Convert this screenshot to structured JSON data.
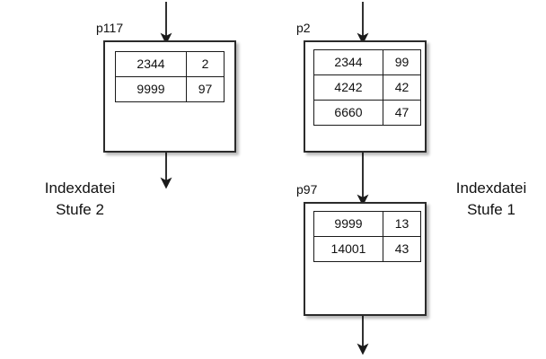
{
  "diagram": {
    "type": "b-tree-index-file-diagram",
    "background_color": "#ffffff",
    "line_color": "#2b2b2b",
    "blocks": [
      {
        "id": "p117",
        "label": "p117",
        "level": 2,
        "rows": [
          {
            "key": "2344",
            "value": "2"
          },
          {
            "key": "9999",
            "value": "97"
          }
        ]
      },
      {
        "id": "p2",
        "label": "p2",
        "level": 1,
        "rows": [
          {
            "key": "2344",
            "value": "99"
          },
          {
            "key": "4242",
            "value": "42"
          },
          {
            "key": "6660",
            "value": "47"
          }
        ]
      },
      {
        "id": "p97",
        "label": "p97",
        "level": 1,
        "rows": [
          {
            "key": "9999",
            "value": "13"
          },
          {
            "key": "14001",
            "value": "43"
          }
        ]
      }
    ],
    "captions": {
      "left": {
        "line1": "Indexdatei",
        "line2": "Stufe 2"
      },
      "right": {
        "line1": "Indexdatei",
        "line2": "Stufe 1"
      }
    },
    "arrows": [
      {
        "name": "arrow-into-p117",
        "from": "top-edge",
        "to": "p117"
      },
      {
        "name": "arrow-out-of-p117",
        "from": "p117",
        "to": "below"
      },
      {
        "name": "arrow-into-p2",
        "from": "top-edge",
        "to": "p2"
      },
      {
        "name": "arrow-p2-to-p97",
        "from": "p2",
        "to": "p97"
      },
      {
        "name": "arrow-out-of-p97",
        "from": "p97",
        "to": "below"
      }
    ]
  }
}
